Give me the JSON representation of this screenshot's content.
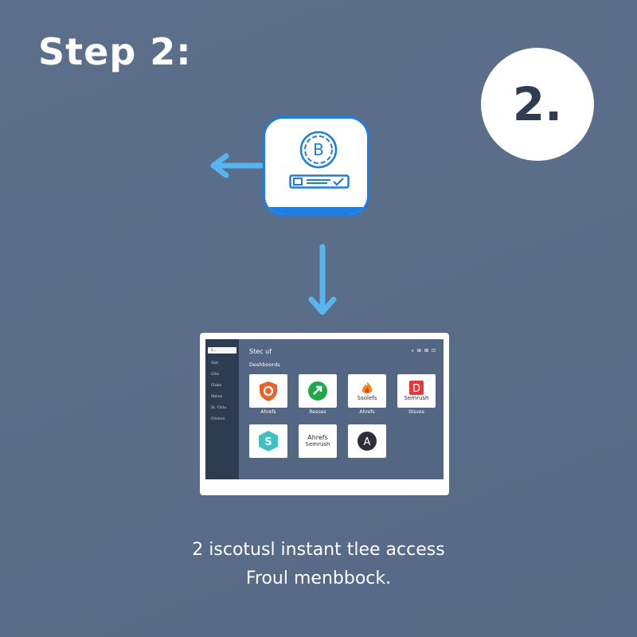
{
  "heading": "Step 2:",
  "badge": "2.",
  "extension": {
    "logo_letter": "B",
    "accent": "#1f7de0"
  },
  "app": {
    "title": "Stec uf",
    "tools": [
      "⌕",
      "⊞",
      "⊠",
      "⊡"
    ],
    "sidebar": {
      "search": "S…",
      "items": [
        "Stat",
        "Citle",
        "Ctabe",
        "Stelue",
        "St. Ctstu",
        "Cltolore"
      ]
    },
    "section_label": "Deshboords",
    "tiles_row1": [
      {
        "icon": "shield-icon",
        "caption": "Ahrefs"
      },
      {
        "icon": "arrow-circle-icon",
        "caption": "Resoas"
      },
      {
        "icon": "flame-icon",
        "text": "Ssolefs",
        "caption": "Ahrefs"
      },
      {
        "icon": "d-icon",
        "text": "Semrush",
        "caption": "Stsves"
      }
    ],
    "tiles_row2": [
      {
        "icon": "s-icon",
        "letter": "S"
      },
      {
        "text": "Ahrefs\nSemrush",
        "line1": "Ahrefs",
        "line2": "Semrush"
      },
      {
        "icon": "a-icon",
        "letter": "A"
      }
    ]
  },
  "caption": {
    "line1": "2 iscotusl instant tlee access",
    "line2": "Froul menbbock."
  },
  "colors": {
    "background": "#5a6d89",
    "sidebar": "#2e3c52",
    "badge_text": "#2f3d52",
    "arrow": "#58b4ee"
  }
}
